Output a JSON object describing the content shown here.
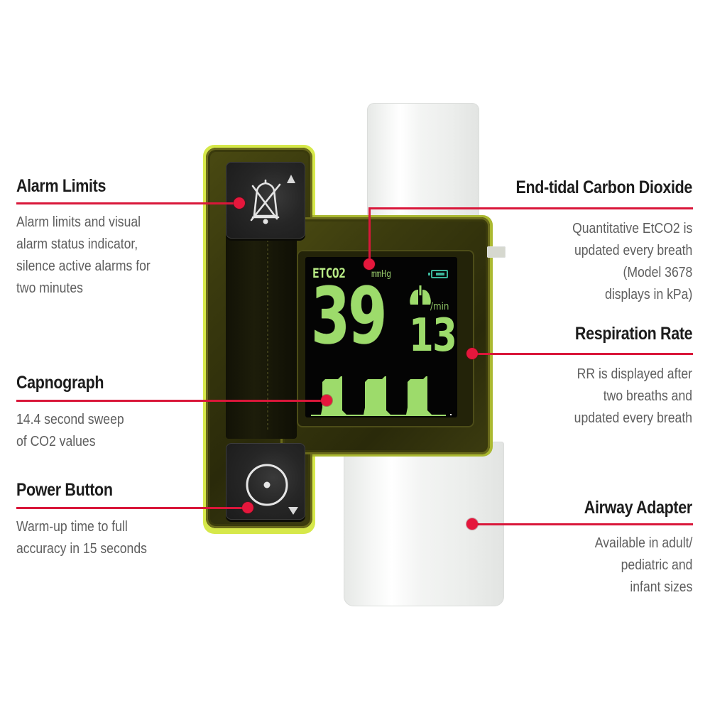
{
  "accent_color": "#d9173a",
  "callouts": [
    {
      "id": "alarm-limits",
      "title": "Alarm Limits",
      "description": [
        "Alarm limits and visual",
        "alarm status indicator,",
        "silence active alarms for",
        "two minutes"
      ]
    },
    {
      "id": "etco2",
      "title": "End-tidal Carbon Dioxide",
      "description": [
        "Quantitative EtCO2 is",
        "updated every breath",
        "(Model 3678",
        "displays in kPa)"
      ]
    },
    {
      "id": "respiration-rate",
      "title": "Respiration Rate",
      "description": [
        "RR is displayed after",
        "two breaths and",
        "updated every breath"
      ]
    },
    {
      "id": "capnograph",
      "title": "Capnograph",
      "description": [
        "14.4 second sweep",
        "of CO2 values"
      ]
    },
    {
      "id": "power-button",
      "title": "Power Button",
      "description": [
        "Warm-up time to full",
        "accuracy in 15 seconds"
      ]
    },
    {
      "id": "airway-adapter",
      "title": "Airway Adapter",
      "description": [
        "Available in adult/",
        "pediatric and",
        "infant sizes"
      ]
    }
  ],
  "device": {
    "screen": {
      "label": "ETCO2",
      "unit": "mmHg",
      "etco2_value": "39",
      "rr_unit": "/min",
      "rr_value": "13",
      "battery_icon": "battery-icon",
      "lungs_icon": "lungs-icon",
      "screen_color": "#9ddb6b"
    },
    "buttons": {
      "alarm": {
        "icon": "bell-slash-icon",
        "arrow": "up-triangle-icon"
      },
      "power": {
        "icon": "power-circle-icon",
        "arrow": "down-triangle-icon"
      }
    }
  }
}
